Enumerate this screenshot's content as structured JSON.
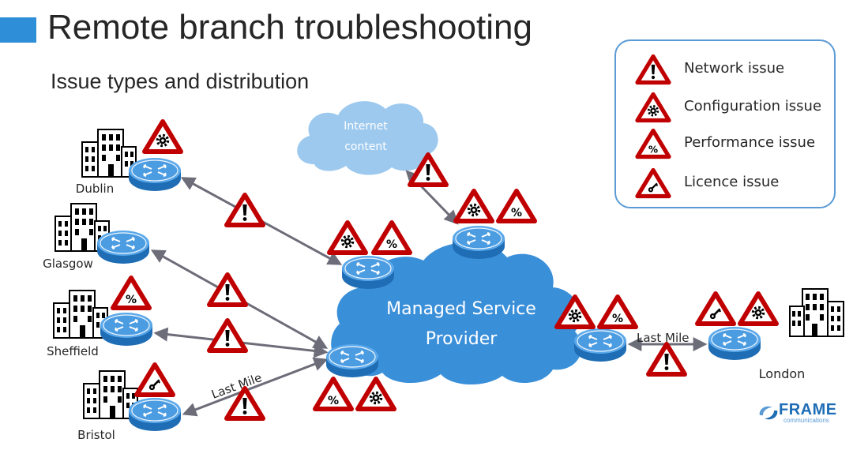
{
  "title": "Remote branch troubleshooting",
  "subtitle": "Issue types and distribution",
  "legend": {
    "items": [
      {
        "label": "Network issue",
        "icon": "network-issue-icon"
      },
      {
        "label": "Configuration issue",
        "icon": "configuration-issue-icon"
      },
      {
        "label": "Performance issue",
        "icon": "performance-issue-icon"
      },
      {
        "label": "Licence issue",
        "icon": "licence-issue-icon"
      }
    ]
  },
  "clouds": {
    "internet": [
      "Internet",
      "content"
    ],
    "msp": [
      "Managed Service",
      "Provider"
    ]
  },
  "sites": {
    "dublin": "Dublin",
    "glasgow": "Glasgow",
    "sheffield": "Sheffield",
    "bristol": "Bristol",
    "london": "London"
  },
  "links": {
    "last_mile_left": "Last Mile",
    "last_mile_right": "Last Mile"
  },
  "colors": {
    "accent": "#2e8fd8",
    "warning_red": "#c00000",
    "cloud_blue": "#3a8fd9",
    "internet_cloud": "#9dc9ef",
    "router_blue": "#3d8fd6",
    "link_gray": "#6d6d7a"
  },
  "logo": {
    "name": "FRAME",
    "tagline": "communications"
  }
}
